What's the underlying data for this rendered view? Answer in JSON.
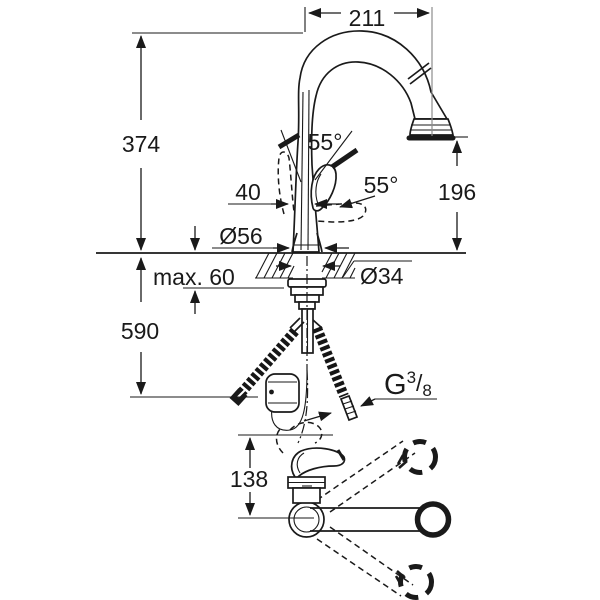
{
  "drawing": {
    "type": "faucet-installation-dimension-drawing",
    "dimensions": {
      "spout_reach": "211",
      "total_height": "374",
      "handle_swing_top": "55°",
      "handle_swing_side": "55°",
      "body_width": "40",
      "base_diameter": "Ø56",
      "deck_thickness_max": "max. 60",
      "hole_diameter": "Ø34",
      "hose_length_below_deck": "590",
      "spout_clearance_height": "196",
      "swivel_body_height": "138",
      "thread": {
        "g": "G",
        "numerator": "3",
        "slash": "/",
        "denominator": "8"
      }
    },
    "colors": {
      "line": "#1a1a1a",
      "extension_line": "#8c8c8c",
      "background": "#ffffff"
    }
  }
}
